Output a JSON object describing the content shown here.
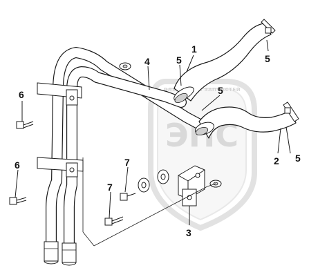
{
  "watermark": {
    "logo": "ЭПС",
    "caption": "ДЛЯ ЗАКАЗА ЗАПЧАСТЕЙ"
  },
  "callouts": [
    {
      "id": "1",
      "label": "1"
    },
    {
      "id": "4",
      "label": "4"
    },
    {
      "id": "5a",
      "label": "5"
    },
    {
      "id": "5b",
      "label": "5"
    },
    {
      "id": "5c",
      "label": "5"
    },
    {
      "id": "5d",
      "label": "5"
    },
    {
      "id": "6a",
      "label": "6"
    },
    {
      "id": "6b",
      "label": "6"
    },
    {
      "id": "2",
      "label": "2"
    },
    {
      "id": "7a",
      "label": "7"
    },
    {
      "id": "7b",
      "label": "7"
    },
    {
      "id": "3",
      "label": "3"
    }
  ]
}
